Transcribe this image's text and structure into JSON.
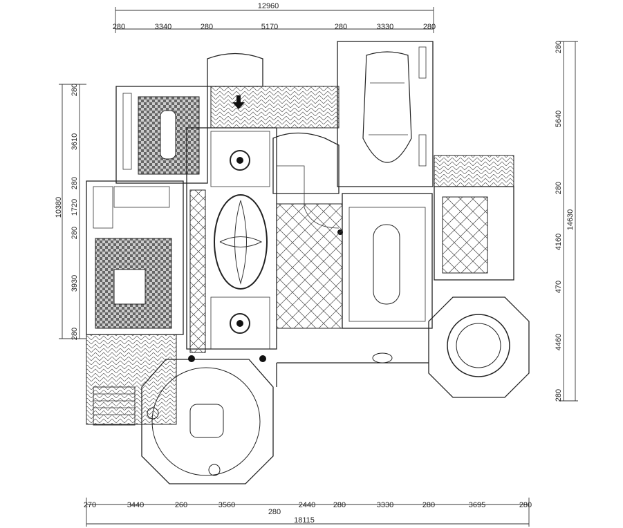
{
  "title": "Villa ground floor plan",
  "dimensions": {
    "top_total": "12960",
    "top_segments": [
      "280",
      "3340",
      "280",
      "5170",
      "280",
      "3330",
      "280"
    ],
    "bottom_total": "18115",
    "bottom_segments": [
      "270",
      "3440",
      "260",
      "3560",
      "280",
      "2440",
      "280",
      "3330",
      "280",
      "3695",
      "280"
    ],
    "left_total": "10380",
    "left_segments": [
      "280",
      "3610",
      "280",
      "1720",
      "280",
      "3930",
      "280"
    ],
    "right_total": "14630",
    "right_segments": [
      "280",
      "5640",
      "280",
      "4160",
      "470",
      "4460",
      "280"
    ]
  },
  "colors": {
    "line": "#222222",
    "background": "#ffffff"
  }
}
